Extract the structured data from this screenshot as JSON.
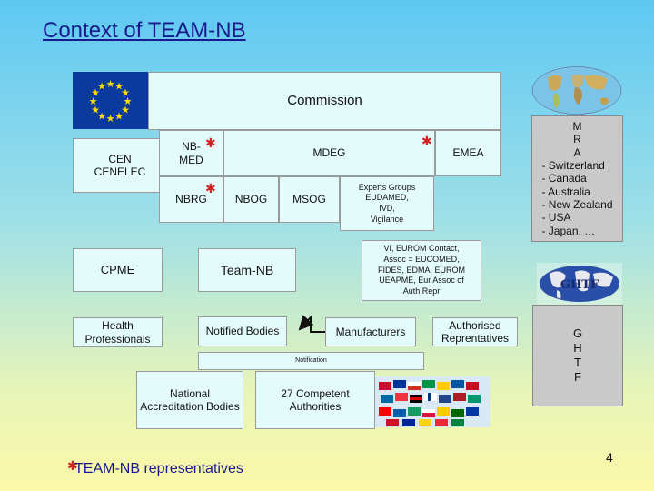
{
  "title": "Context of TEAM-NB",
  "commission": "Commission",
  "cen": "CEN\nCENELEC",
  "nbmed": "NB-\nMED",
  "mdeg": "MDEG",
  "emea": "EMEA",
  "nbrg": "NBRG",
  "nbog": "NBOG",
  "msog": "MSOG",
  "experts": "Experts Groups\nEUDAMED,\nIVD,\nVigilance",
  "cpme": "CPME",
  "teamnb": "Team-NB",
  "vi": "VI, EUROM Contact,\nAssoc = EUCOMED,\nFIDES, EDMA, EUROM\nUEAPME, Eur Assoc of\nAuth Repr",
  "health": "Health\nProfessionals",
  "notified": "Notified Bodies",
  "manufacturers": "Manufacturers",
  "authorised": "Authorised\nReprentatives",
  "notification": "Notification",
  "national": "National\nAccreditation Bodies",
  "competent": "27 Competent\nAuthorities",
  "mra_header": [
    "M",
    "R",
    "A"
  ],
  "mra_items": [
    "- Switzerland",
    "- Canada",
    "- Australia",
    "- New Zealand",
    "- USA",
    "- Japan, …"
  ],
  "ghtf_letters": [
    "G",
    "H",
    "T",
    "F"
  ],
  "ghtf_logo": "GHTF",
  "legend": "TEAM-NB representatives",
  "page_number": "4",
  "colors": {
    "box_bg": "#e4fbfc",
    "title": "#1a1a8e",
    "star": "#d42020",
    "gray_box": "#c9c9c9"
  }
}
